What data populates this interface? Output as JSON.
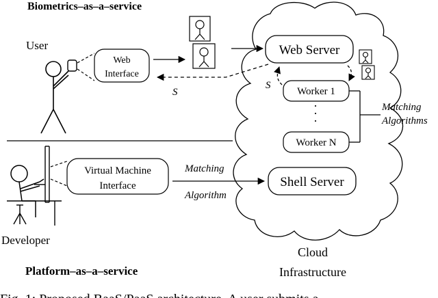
{
  "sections": {
    "baas_title": "Biometrics–as–a–service",
    "paas_title": "Platform–as–a–service"
  },
  "actors": {
    "user": "User",
    "developer": "Developer"
  },
  "nodes": {
    "web_interface_line1": "Web",
    "web_interface_line2": "Interface",
    "vm_interface_line1": "Virtual Machine",
    "vm_interface_line2": "Interface",
    "web_server": "Web Server",
    "worker_1": "Worker 1",
    "worker_n": "Worker N",
    "ellipsis": "·",
    "shell_server": "Shell Server"
  },
  "edge_labels": {
    "s_return": "S",
    "s_internal": "S",
    "matching": "Matching",
    "algorithm": "Algorithm",
    "matching_algorithms_line1": "Matching",
    "matching_algorithms_line2": "Algorithms"
  },
  "cloud": {
    "line1": "Cloud",
    "line2": "Infrastructure"
  },
  "caption": "Fig. 1: Proposed BaaS/PaaS architecture. A user submits a"
}
